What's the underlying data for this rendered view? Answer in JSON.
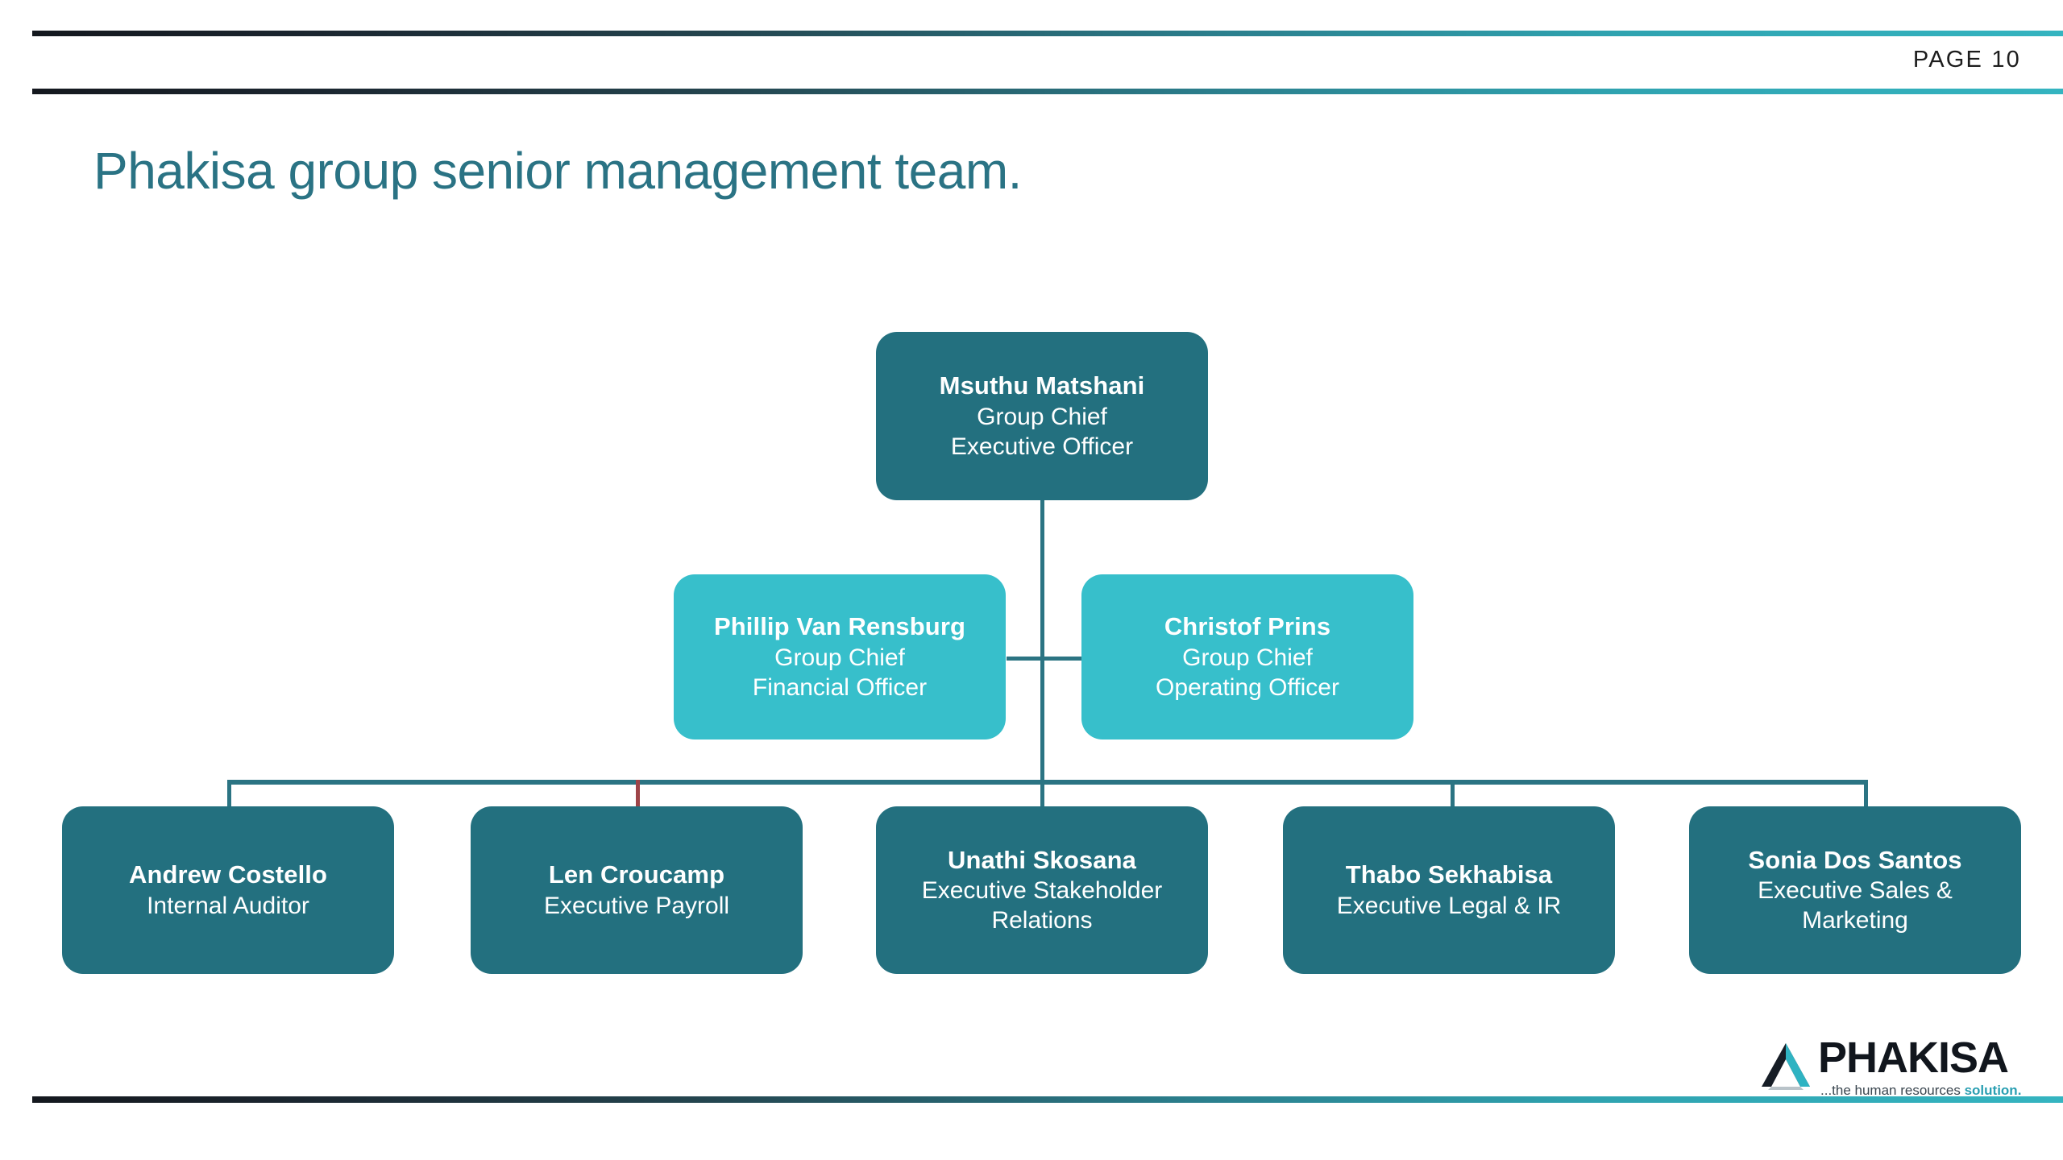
{
  "header": {
    "page_label": "PAGE 10"
  },
  "title": "Phakisa group senior management team.",
  "colors": {
    "dark_teal": "#23707F",
    "light_teal": "#37BFCB",
    "title_teal": "#2A7384",
    "connector": "#2B7483",
    "connector_alt": "#9E4448",
    "rule_dark": "#14181E",
    "rule_light": "#34B4C0"
  },
  "org_chart": {
    "levels": [
      {
        "level": 1,
        "nodes": [
          {
            "name": "Msuthu Matshani",
            "role_line1": "Group Chief",
            "role_line2": "Executive Officer",
            "style": "dark"
          }
        ]
      },
      {
        "level": 2,
        "nodes": [
          {
            "name": "Phillip Van Rensburg",
            "role_line1": "Group Chief",
            "role_line2": "Financial Officer",
            "style": "light"
          },
          {
            "name": "Christof Prins",
            "role_line1": "Group Chief",
            "role_line2": "Operating Officer",
            "style": "light"
          }
        ]
      },
      {
        "level": 3,
        "nodes": [
          {
            "name": "Andrew Costello",
            "role_line1": "Internal Auditor",
            "role_line2": "",
            "style": "dark"
          },
          {
            "name": "Len Croucamp",
            "role_line1": "Executive Payroll",
            "role_line2": "",
            "style": "dark"
          },
          {
            "name": "Unathi Skosana",
            "role_line1": "Executive Stakeholder",
            "role_line2": "Relations",
            "style": "dark"
          },
          {
            "name": "Thabo Sekhabisa",
            "role_line1": "Executive Legal & IR",
            "role_line2": "",
            "style": "dark"
          },
          {
            "name": "Sonia Dos Santos",
            "role_line1": "Executive Sales &",
            "role_line2": "Marketing",
            "style": "dark"
          }
        ]
      }
    ]
  },
  "logo": {
    "wordmark": "PHAKISA",
    "tagline_prefix": "...the human resources ",
    "tagline_accent": "solution."
  }
}
